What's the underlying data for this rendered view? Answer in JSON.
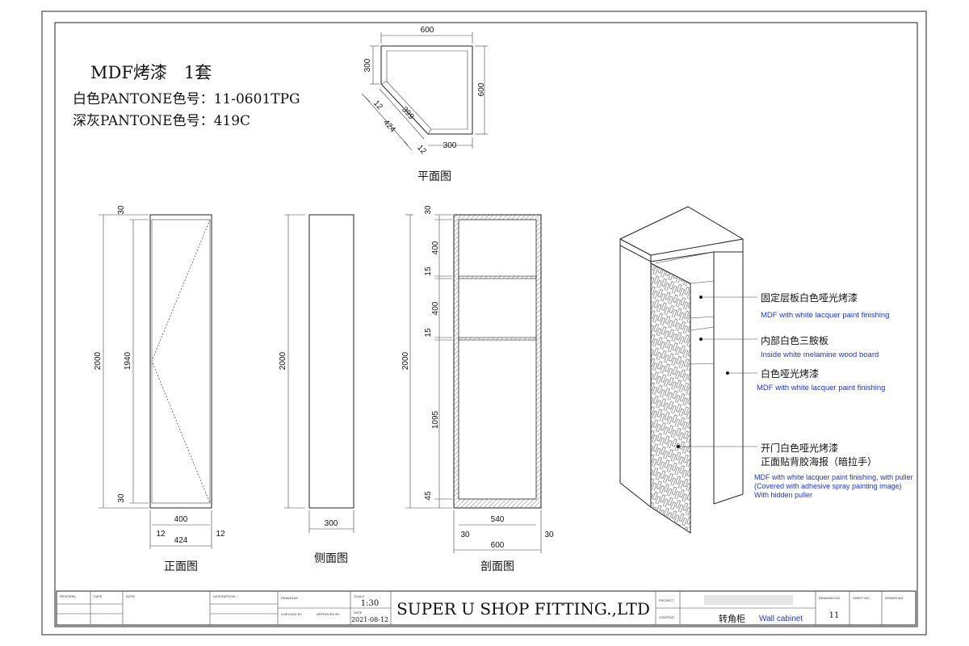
{
  "header": {
    "title_line": "MDF烤漆　1套",
    "color_white": "白色PANTONE色号：11-0601TPG",
    "color_grey": "深灰PANTONE色号：419C"
  },
  "plan": {
    "caption": "平面图",
    "dims": {
      "top": "600",
      "left_top": "300",
      "right": "600",
      "diag_outer": "424",
      "diag_inner": "399",
      "edge_a": "12",
      "edge_b": "12",
      "bottom": "300"
    }
  },
  "front": {
    "caption": "正面图",
    "dims": {
      "top": "30",
      "bottom_gap": "30",
      "overall": "2000",
      "inner": "1940",
      "width_inner": "400",
      "width_outer": "424",
      "edge_left": "12",
      "edge_right": "12"
    }
  },
  "side": {
    "caption": "侧面图",
    "dims": {
      "height": "2000",
      "width": "300"
    }
  },
  "section": {
    "caption": "剖面图",
    "dims": {
      "top": "30",
      "shelf1": "400",
      "board1": "15",
      "shelf2": "400",
      "board2": "15",
      "lower": "1095",
      "base": "45",
      "overall": "2000",
      "inner_width": "540",
      "outer_width": "600",
      "side_left": "30",
      "side_right": "30"
    }
  },
  "callouts": [
    {
      "cn": "固定层板白色哑光烤漆",
      "en": [
        "MDF with white lacquer paint finishing"
      ]
    },
    {
      "cn": "内部白色三胺板",
      "en": [
        "Inside white melamine wood board"
      ]
    },
    {
      "cn": "白色哑光烤漆",
      "en": [
        "MDF with white lacquer paint finishing"
      ]
    },
    {
      "cn": "开门白色哑光烤漆",
      "cn2": "正面贴背胶海报（暗拉手）",
      "en": [
        "MDF with white lacquer paint finishing, with puller",
        "(Covered with adhesive spray painting image)",
        "With hidden puller"
      ]
    }
  ],
  "title_block": {
    "company": "SUPER U SHOP FITTING.,LTD",
    "scale": "1:30",
    "date": "2021-08-12",
    "product_cn": "转角柜",
    "product_en": "Wall cabinet",
    "sheet_no": "11",
    "small": [
      "REVISION",
      "DATE",
      "NOTE",
      "DESCRIPTION",
      "DRAWN BY",
      "CHECKED BY",
      "APPROVED BY",
      "SCALE",
      "DATE",
      "PROJECT",
      "CONTENT",
      "DRAWING NO.",
      "SHEET NO.",
      "DRAWN NO."
    ]
  }
}
